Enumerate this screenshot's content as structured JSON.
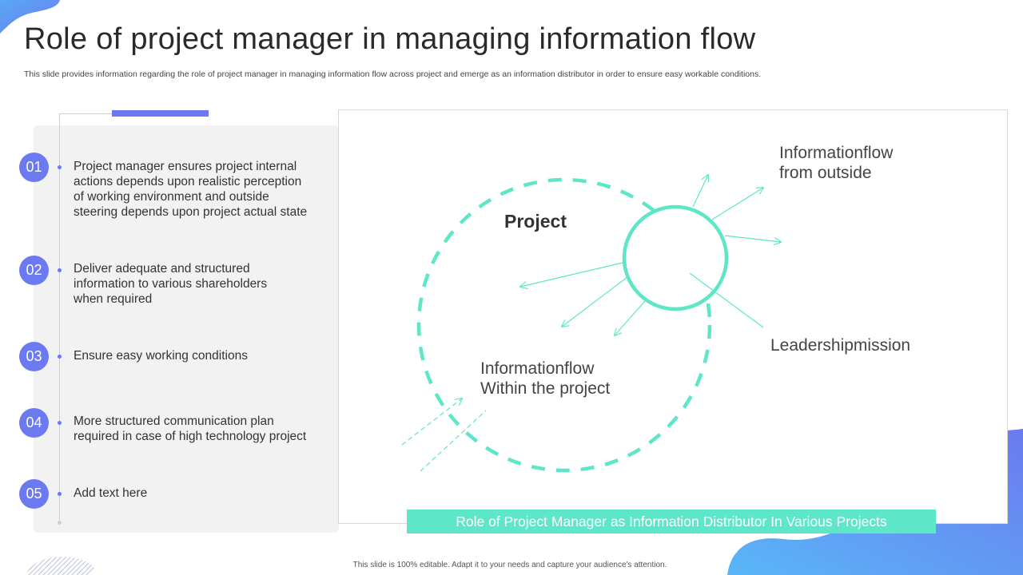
{
  "slide": {
    "title": "Role of project manager in managing information flow",
    "subtitle": "This slide provides information regarding the role of project manager in managing information flow across project and emerge as an information distributor in order to ensure easy workable conditions.",
    "footer": "This slide is 100% editable. Adapt it to your needs and capture your audience's attention."
  },
  "steps": [
    {
      "number": "01",
      "text": "Project manager ensures project internal\nactions depends upon realistic perception\nof working environment and outside\nsteering depends upon project actual state"
    },
    {
      "number": "02",
      "text": "Deliver adequate and structured\ninformation to various shareholders\nwhen required"
    },
    {
      "number": "03",
      "text": "Ensure easy working conditions"
    },
    {
      "number": "04",
      "text": "More structured communication plan\nrequired in case of high technology project"
    },
    {
      "number": "05",
      "text": "Add text here"
    }
  ],
  "diagram": {
    "project_label": "Project",
    "outside_label": "Informationflow\nfrom outside",
    "leadership_label": "Leadershipmission",
    "within_label": "Informationflow\nWithin the project",
    "caption": "Role of Project Manager as Information Distributor In Various Projects"
  },
  "colors": {
    "accent": "#6b7af0",
    "teal": "#5ee6c8",
    "panel": "#f2f2f2"
  }
}
